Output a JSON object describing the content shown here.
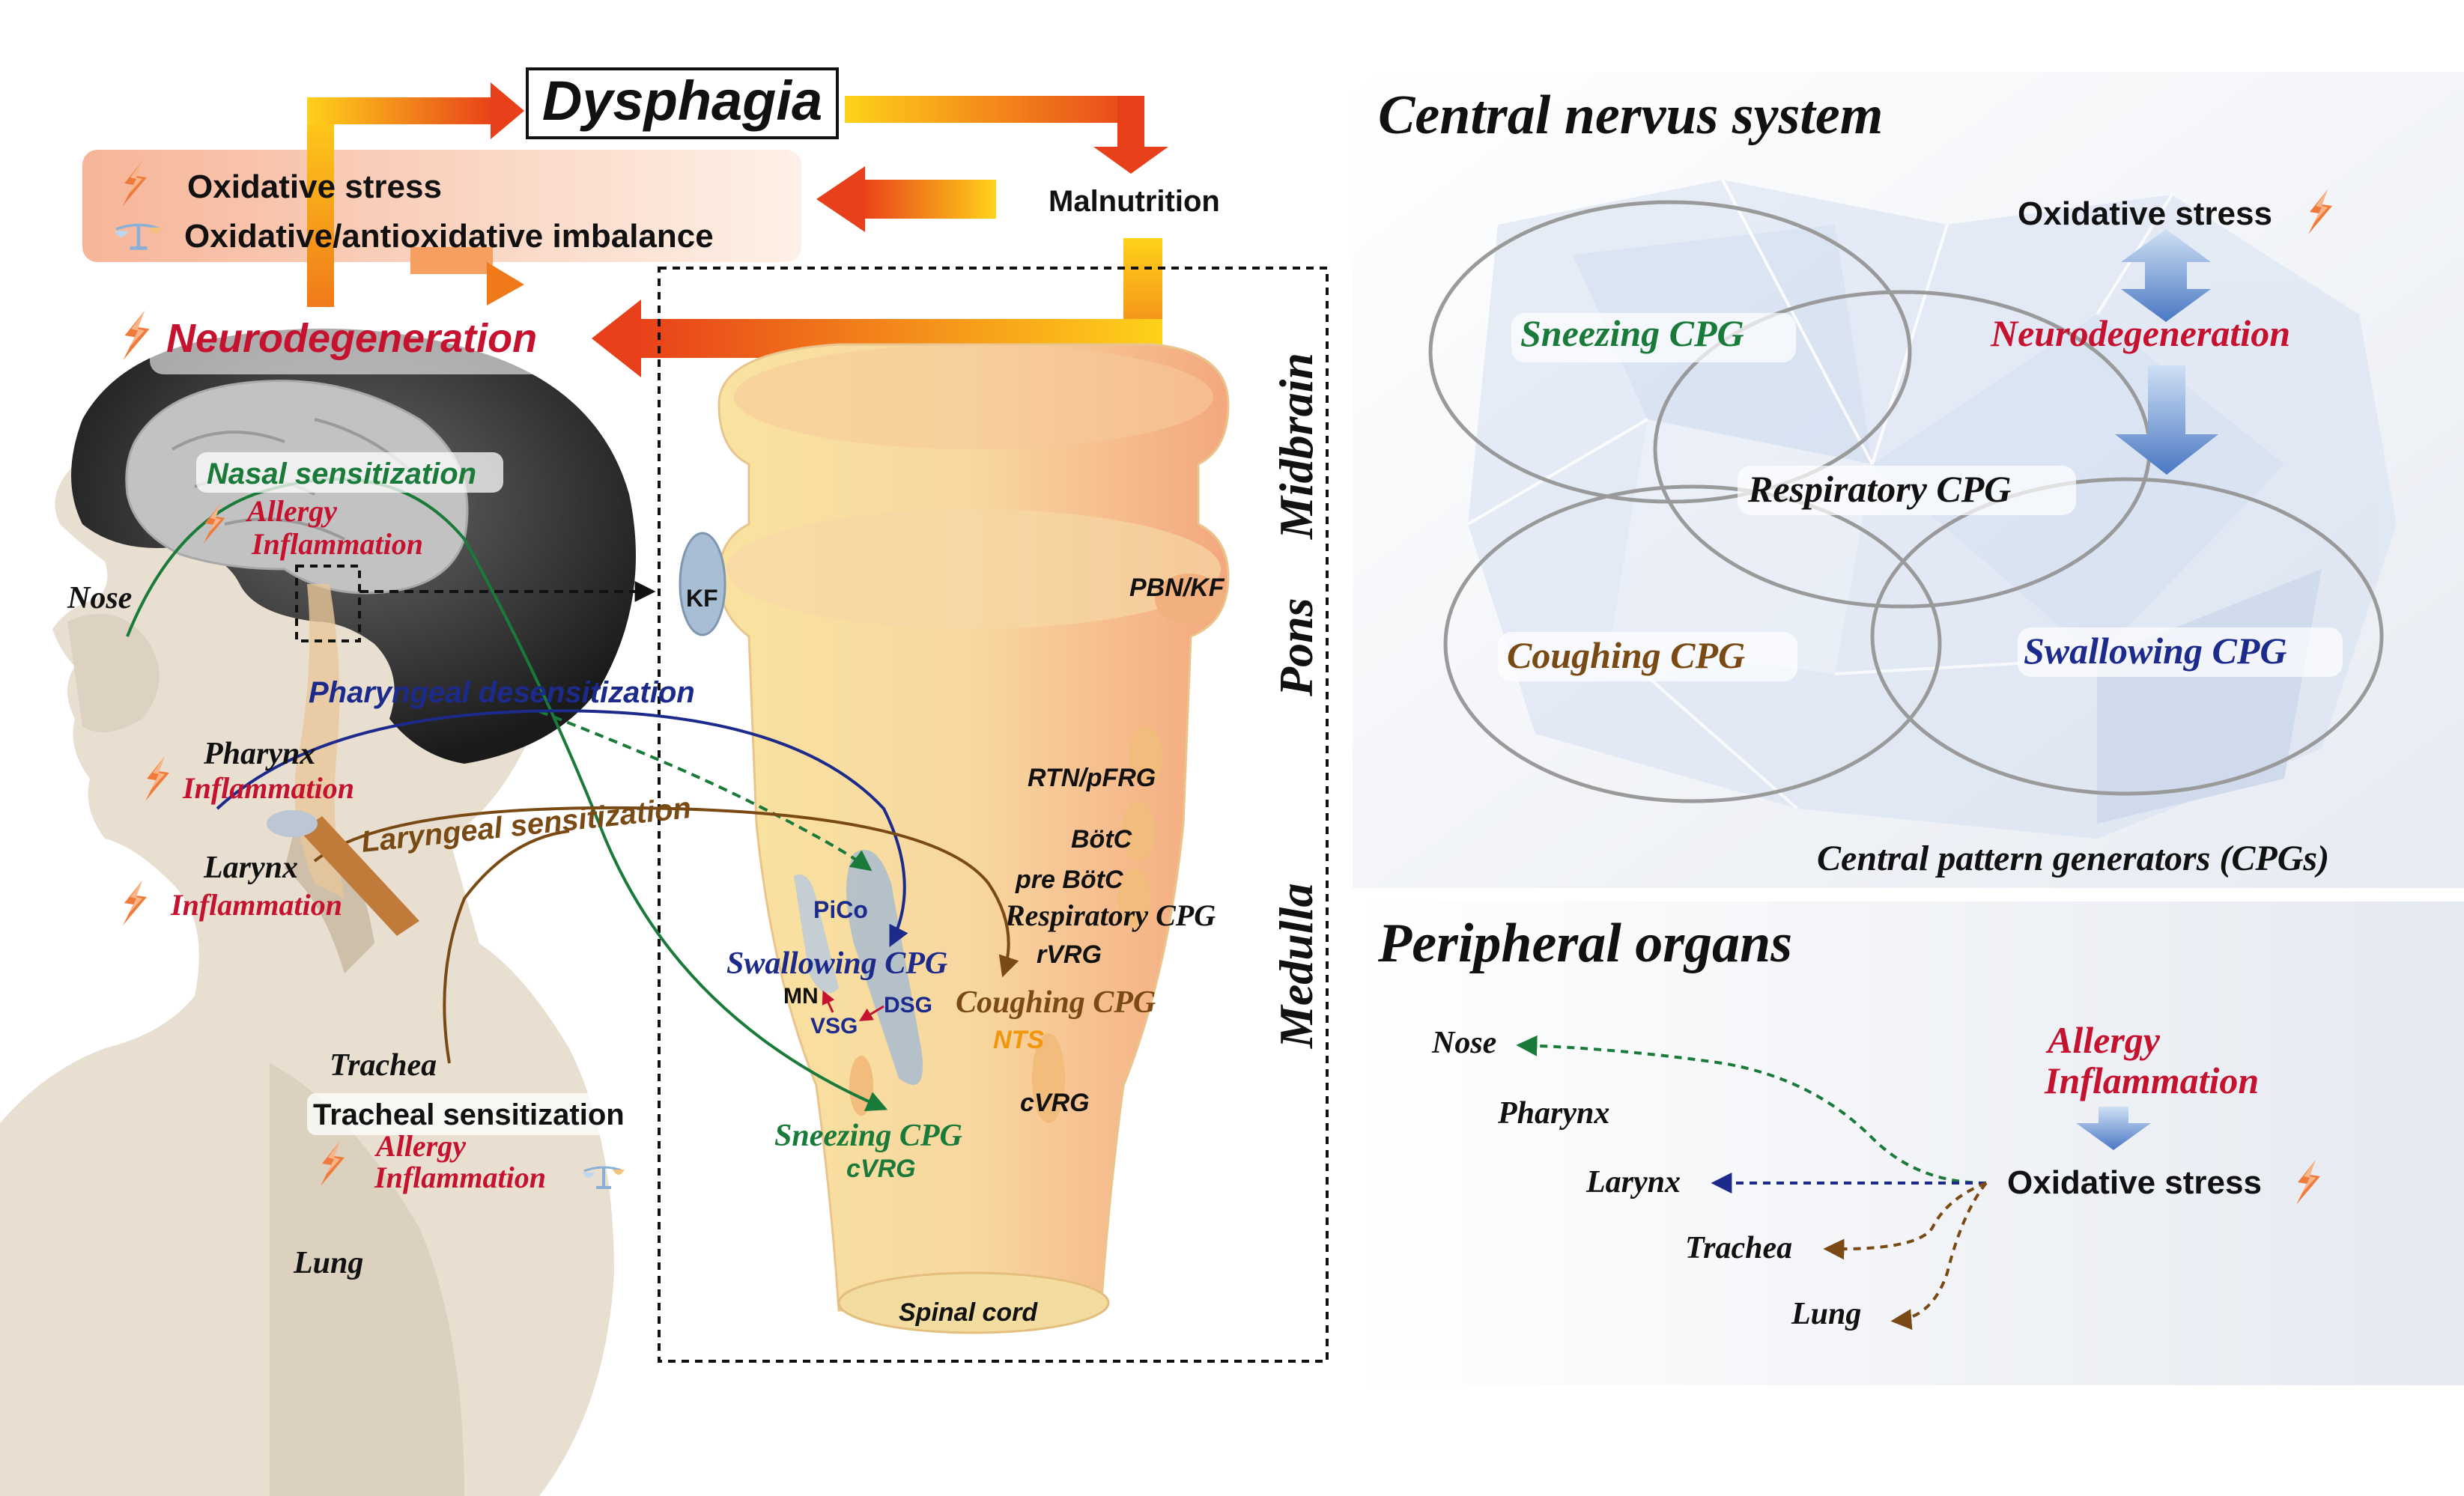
{
  "top": {
    "dysphagia": "Dysphagia",
    "malnutrition": "Malnutrition",
    "oxidative_stress": "Oxidative stress",
    "imbalance": "Oxidative/antioxidative imbalance",
    "neurodegeneration": "Neurodegeneration"
  },
  "head": {
    "nasal_sensitization": "Nasal sensitization",
    "allergy": "Allergy",
    "inflammation": "Inflammation",
    "nose": "Nose",
    "pharyngeal_desensitization": "Pharyngeal desensitization",
    "pharynx": "Pharynx",
    "laryngeal_sensitization": "Laryngeal sensitization",
    "larynx": "Larynx",
    "trachea": "Trachea",
    "tracheal_sensitization": "Tracheal sensitization",
    "lung": "Lung"
  },
  "brainstem": {
    "midbrain": "Midbrain",
    "pons": "Pons",
    "medulla": "Medulla",
    "kf": "KF",
    "pbn_kf": "PBN/KF",
    "rtn": "RTN/pFRG",
    "botc": "BötC",
    "prebotc": "pre BötC",
    "resp_cpg": "Respiratory CPG",
    "rvrg": "rVRG",
    "pico": "PiCo",
    "swallowing_cpg": "Swallowing CPG",
    "mn": "MN",
    "dsg": "DSG",
    "vsg": "VSG",
    "coughing_cpg": "Coughing CPG",
    "nts": "NTS",
    "cvrg": "cVRG",
    "sneezing_cpg": "Sneezing CPG",
    "cvrg2": "cVRG",
    "spinal_cord": "Spinal cord"
  },
  "cns": {
    "title": "Central nervus system",
    "oxidative_stress": "Oxidative stress",
    "neurodegeneration": "Neurodegeneration",
    "sneezing": "Sneezing CPG",
    "respiratory": "Respiratory CPG",
    "coughing": "Coughing CPG",
    "swallowing": "Swallowing CPG",
    "caption": "Central pattern generators (CPGs)"
  },
  "peripheral": {
    "title": "Peripheral organs",
    "nose": "Nose",
    "pharynx": "Pharynx",
    "larynx": "Larynx",
    "trachea": "Trachea",
    "lung": "Lung",
    "allergy": "Allergy",
    "inflammation": "Inflammation",
    "oxidative_stress": "Oxidative stress"
  },
  "colors": {
    "red": "#c4122f",
    "green": "#1a7a3a",
    "navy": "#1c2a8c",
    "brown": "#7a4a14",
    "orange": "#f0960a"
  }
}
